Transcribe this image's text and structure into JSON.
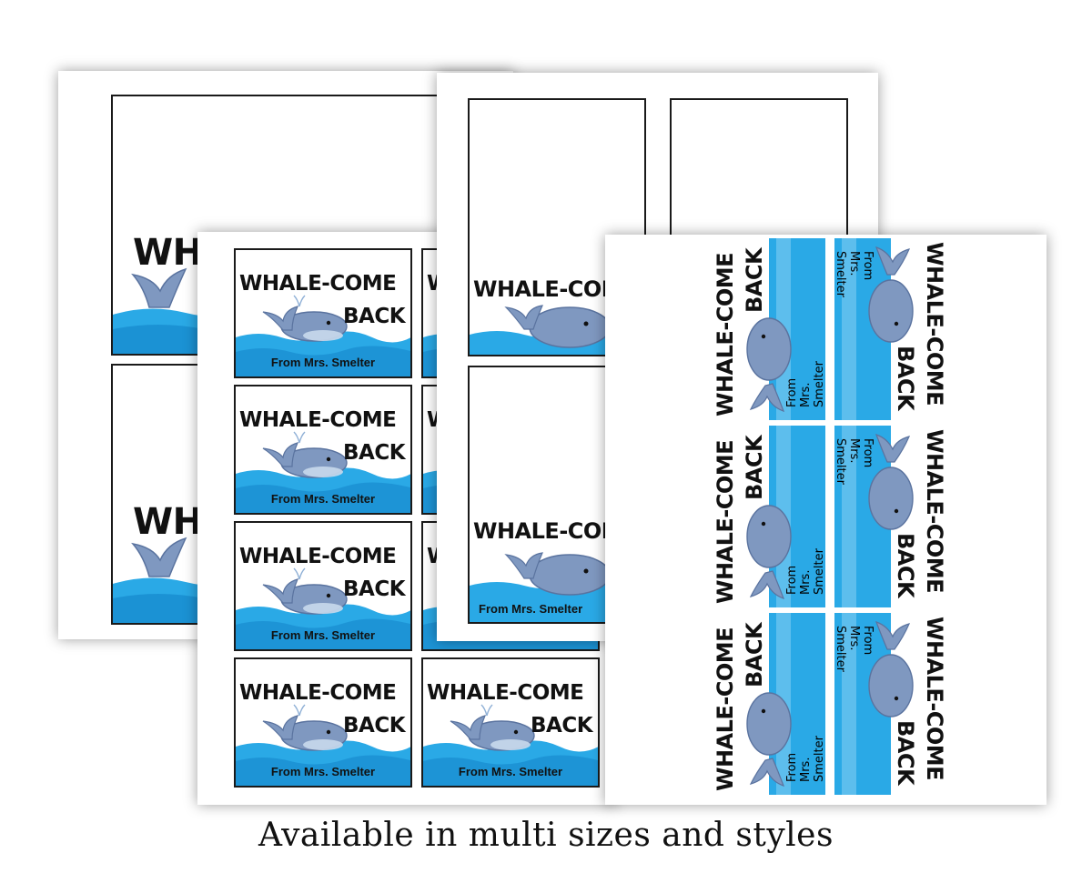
{
  "tag": {
    "title_line1": "WHALE-COME",
    "title_line2": "BACK",
    "from": "From Mrs. Smelter"
  },
  "caption": "Available in multi sizes and styles",
  "colors": {
    "water_light": "#8fd3f4",
    "water": "#2aa9e6",
    "water_dark": "#1283c8",
    "whale": "#7f98c0",
    "whale_dark": "#5a739f",
    "belly": "#c9d9ec"
  }
}
